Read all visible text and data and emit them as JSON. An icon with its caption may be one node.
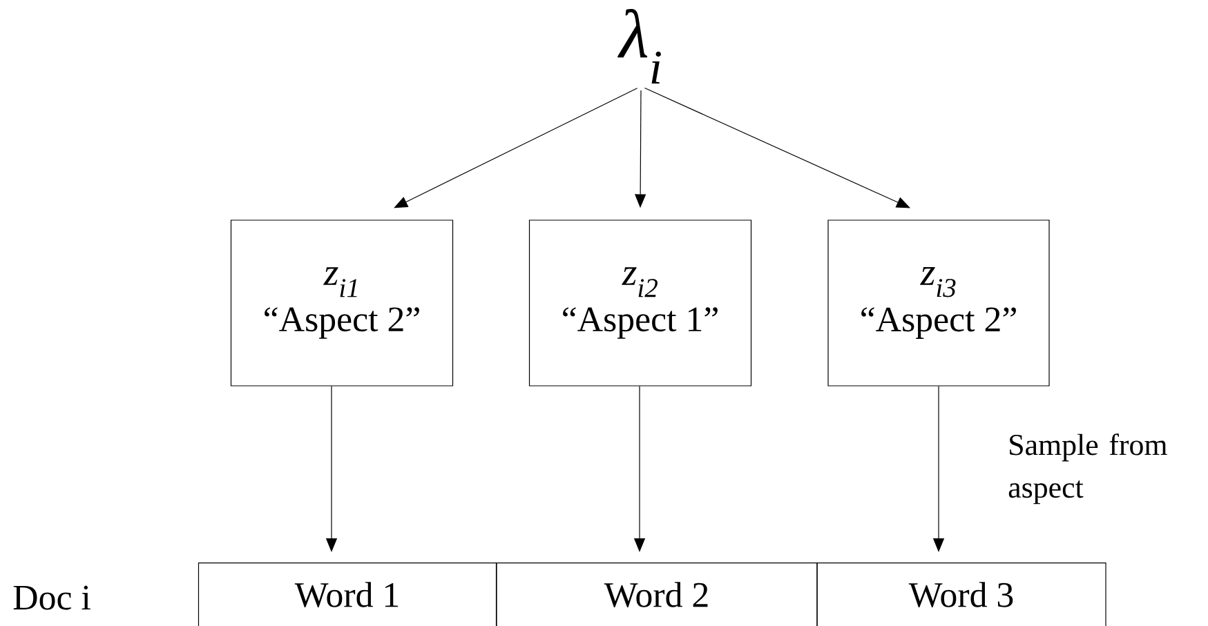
{
  "diagram": {
    "nodes": [
      {
        "text": [
          "λ$_{i}$"
        ]
      },
      {
        "text": [
          "z$_{i1}$",
          "“Aspect 2”"
        ]
      },
      {
        "text": [
          "z$_{i2}$",
          "“Aspect 1”"
        ]
      },
      {
        "text": [
          "z$_{i3}$",
          "“Aspect 2”"
        ]
      },
      {
        "text": [
          "Word 1"
        ]
      },
      {
        "text": [
          "Word 2"
        ]
      },
      {
        "text": [
          "Word 3"
        ]
      }
    ],
    "edges": [
      {
        "from": 0,
        "to": 1,
        "arrow": "to"
      },
      {
        "from": 0,
        "to": 2,
        "arrow": "to"
      },
      {
        "from": 0,
        "to": 3,
        "arrow": "to"
      },
      {
        "from": 1,
        "to": 4,
        "arrow": "to"
      },
      {
        "from": 2,
        "to": 5,
        "arrow": "to"
      },
      {
        "from": 3,
        "to": 6,
        "arrow": "to"
      }
    ],
    "labels": [
      "Sample from aspect",
      "Doc i"
    ]
  }
}
